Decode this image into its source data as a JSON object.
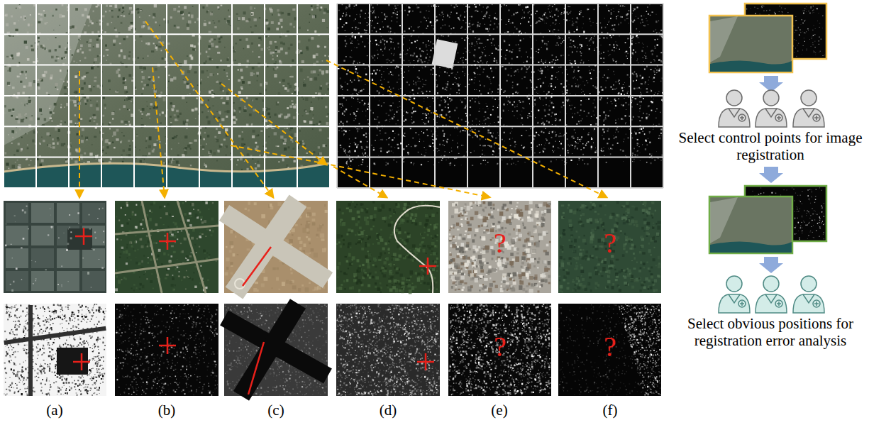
{
  "diagram": {
    "labels": [
      "?",
      "?",
      "?",
      "?",
      "Select control points for image registration",
      "Select obvious positions for registration error analysis",
      "(a)",
      "(b)",
      "(c)",
      "(d)",
      "(e)",
      "(f)"
    ]
  }
}
